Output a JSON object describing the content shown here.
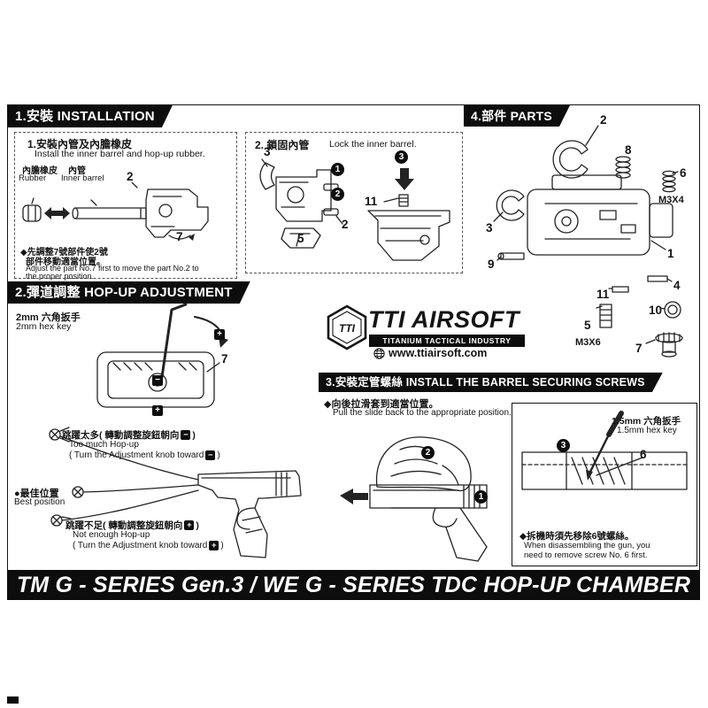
{
  "banner": {
    "title": "TM G - SERIES Gen.3 / WE G - SERIES TDC HOP-UP CHAMBER"
  },
  "installation": {
    "tab": "1.安裝 INSTALLATION",
    "step1": {
      "title_zh": "1.安裝內管及內膽橡皮",
      "title_en": "Install the inner barrel and hop-up rubber.",
      "rubber_zh": "內膽橡皮",
      "rubber_en": "Rubber",
      "barrel_zh": "內管",
      "barrel_en": "Inner barrel",
      "callout_2": "2",
      "callout_7": "7",
      "note_zh_1": "◆先調整7號部件使2號",
      "note_zh_2": "部件移動適當位置。",
      "note_en_1": "Adjust the part No.7 first to move the part No.2 to",
      "note_en_2": "the proper position."
    },
    "step2": {
      "title_zh": "2. 鎖固內管",
      "title_en": "Lock the inner barrel.",
      "callout_3": "3",
      "callout_5": "5",
      "callout_2": "2",
      "callout_11": "11",
      "badge_1": "1",
      "badge_2": "2",
      "badge_3": "3"
    }
  },
  "hopup": {
    "tab": "2.彈道調整 HOP-UP ADJUSTMENT",
    "hexkey_zh": "2mm 六角扳手",
    "hexkey_en": "2mm hex key",
    "callout_7": "7",
    "minus": "−",
    "plus": "+",
    "paren": ")",
    "too_much_zh": "跳躍太多( 轉動調整旋鈕朝向",
    "too_much_en1": "Too much Hop-up",
    "too_much_en2": "( Turn the Adjustment knob toward",
    "best_zh": "●最佳位置",
    "best_en": "Best position",
    "not_enough_zh": "跳躍不足( 轉動調整旋鈕朝向",
    "not_enough_en1": "Not enough Hop-up",
    "not_enough_en2": "( Turn the Adjustment knob toward"
  },
  "logo": {
    "mark": "TTI",
    "brand": "TTI AIRSOFT",
    "tagline": "TITANIUM TACTICAL INDUSTRY",
    "website": "www.ttiairsoft.com"
  },
  "securing": {
    "tab": "3.安裝定管螺絲 INSTALL THE BARREL SECURING SCREWS",
    "pull_zh": "◆向後拉滑套到適當位置。",
    "pull_en": "Pull the slide back to the appropriate position.",
    "hex_zh": "1.5mm 六角扳手",
    "hex_en": "1.5mm hex key",
    "callout_6": "6",
    "badge_1": "1",
    "badge_2": "2",
    "badge_3": "3",
    "note_zh": "◆拆機時須先移除6號螺絲。",
    "note_en_1": "When disassembling the gun, you",
    "note_en_2": "need to remove screw No. 6 first."
  },
  "parts": {
    "tab": "4.部件 PARTS",
    "p1": "1",
    "p2": "2",
    "p3": "3",
    "p4": "4",
    "p5": "5",
    "p6": "6",
    "p7": "7",
    "p8": "8",
    "p9": "9",
    "p10": "10",
    "p11": "11",
    "m3x4": "M3X4",
    "m3x6": "M3X6"
  }
}
